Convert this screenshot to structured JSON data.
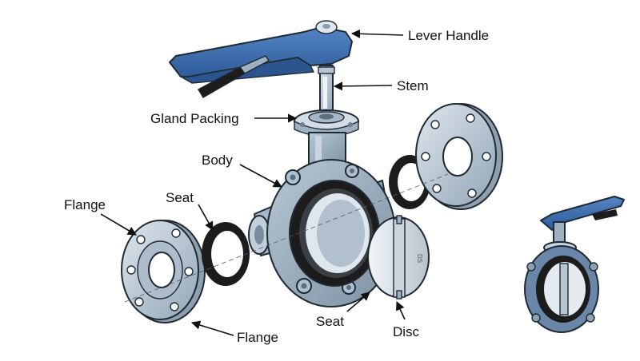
{
  "colors": {
    "metal_light": "#c9d4de",
    "metal_mid": "#9fb0c0",
    "metal_dark": "#7e91a3",
    "handle_blue": "#3f6fb1",
    "handle_dark": "#2c5590",
    "rubber": "#1c1c1c",
    "outline": "#1f2a33",
    "label_text": "#111111"
  },
  "labels": {
    "lever_handle": "Lever Handle",
    "stem": "Stem",
    "gland_packing": "Gland Packing",
    "body": "Body",
    "flange_left": "Flange",
    "seat_left": "Seat",
    "seat_bottom": "Seat",
    "disc": "Disc",
    "flange_bottom": "Flange"
  },
  "disc_marking": "DS"
}
